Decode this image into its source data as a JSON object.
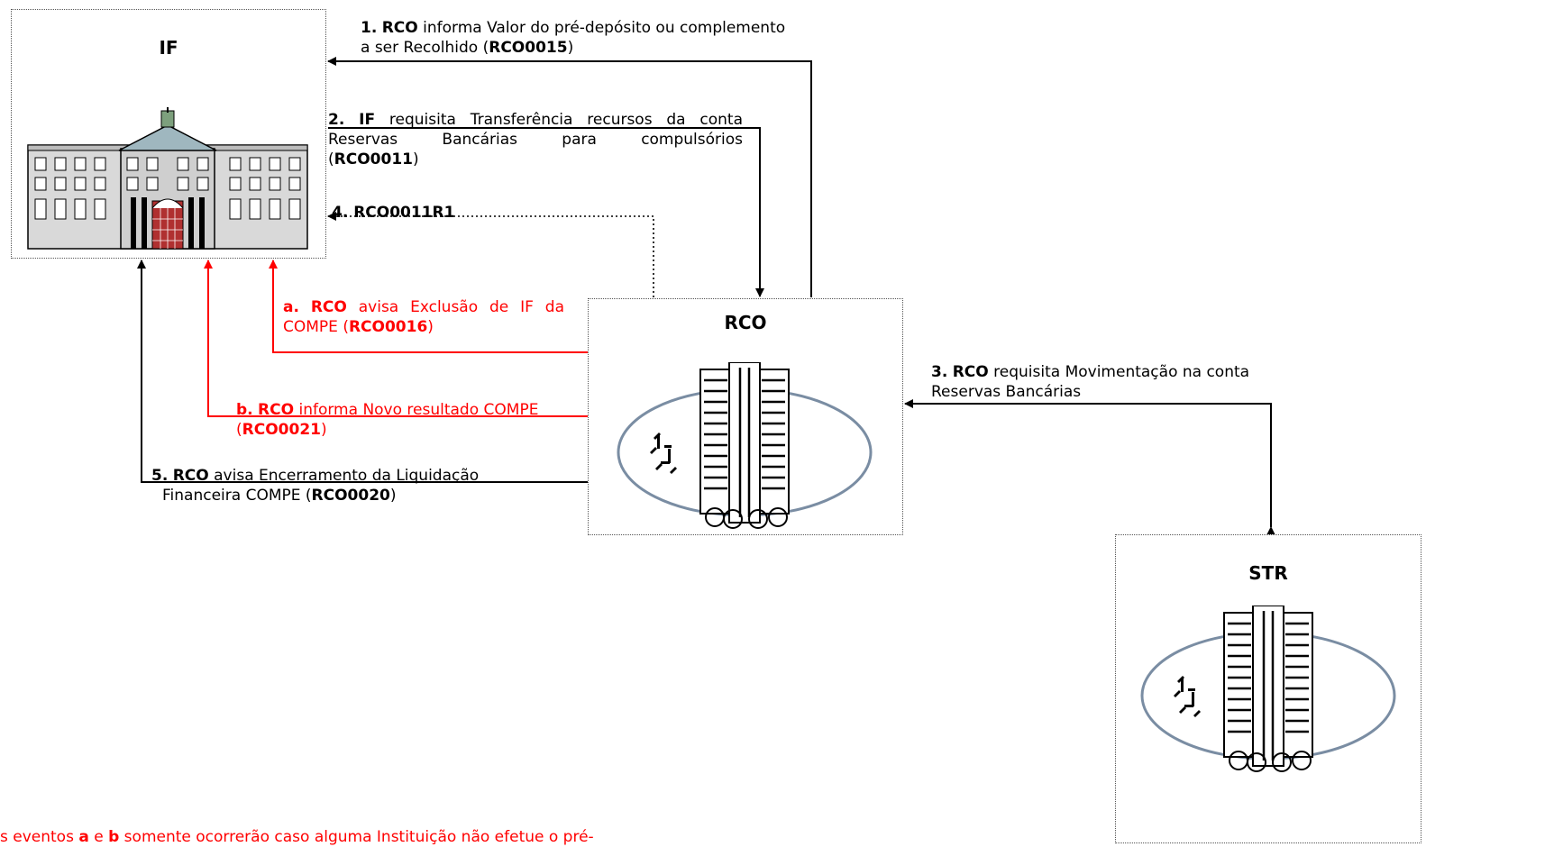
{
  "nodes": {
    "if": {
      "title": "IF"
    },
    "rco": {
      "title": "RCO"
    },
    "str": {
      "title": "STR"
    }
  },
  "messages": {
    "m1": {
      "num": "1.",
      "actor": "RCO",
      "text1": "informa Valor do pré-depósito ou complemento",
      "text2": "a ser Recolhido (",
      "code": "RCO0015",
      "close": ")"
    },
    "m2": {
      "num": "2.",
      "actor": "IF",
      "line1": "requisita Transferência recursos  da conta",
      "w1": "Reservas",
      "w2": "Bancárias",
      "w3": "para",
      "w4": "compulsórios",
      "open": "(",
      "code": "RCO0011",
      "close": ")"
    },
    "m3": {
      "num": "3.",
      "actor": "RCO",
      "text1": "requisita Movimentação  na conta",
      "text2": "Reservas Bancárias"
    },
    "m4": {
      "code": "4. RCO0011R1"
    },
    "m5": {
      "num": "5.",
      "actor": "RCO",
      "text1": "avisa Encerramento da Liquidação",
      "text2": "Financeira COMPE (",
      "code": "RCO0020",
      "close": ")"
    },
    "ma": {
      "num": "a.",
      "actor": "RCO",
      "text1": "avisa Exclusão de IF da",
      "text2": "COMPE (",
      "code": "RCO0016",
      "close": ")"
    },
    "mb": {
      "num": "b.",
      "actor": "RCO",
      "text1": "informa Novo resultado COMPE",
      "open": "(",
      "code": "RCO0021",
      "close": ")"
    }
  },
  "footnote": {
    "t1": "s eventos ",
    "a": "a",
    "t2": " e ",
    "b": "b",
    "t3": " somente ocorrerão caso alguma Instituição não efetue o pré-"
  },
  "colors": {
    "line": "#000000",
    "alert": "#ff0000",
    "box_border": "#555555"
  },
  "icons": {
    "if": "bank-building-icon",
    "rco": "central-bank-tower-icon",
    "str": "central-bank-tower-icon"
  }
}
